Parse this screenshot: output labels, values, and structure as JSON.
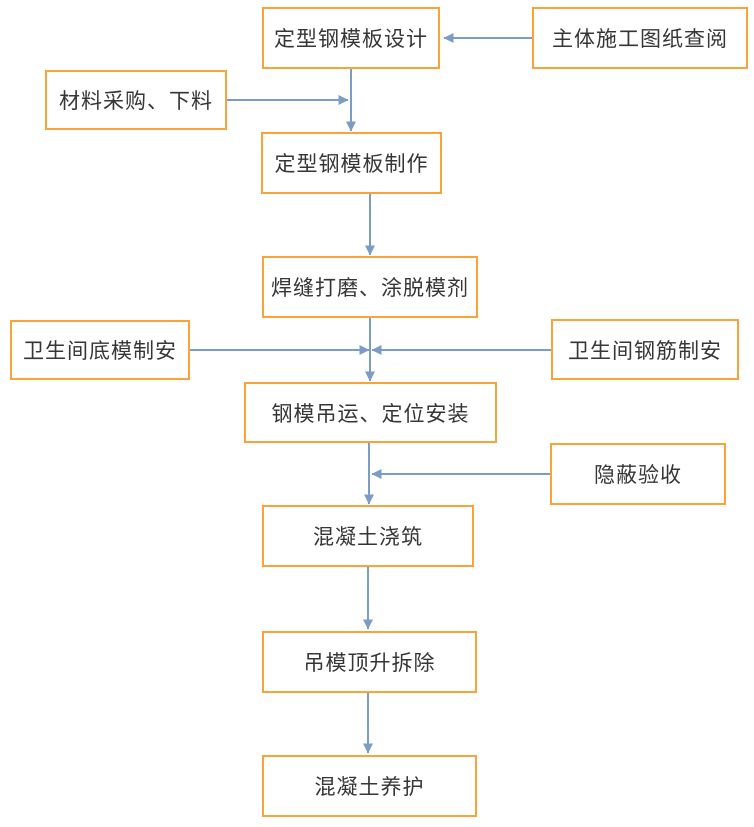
{
  "diagram": {
    "type": "flowchart",
    "description": "Construction process flowchart for prefabricated bathroom fixed steel formwork",
    "colors": {
      "node_border": "#F9A43B",
      "node_fill": "#FFFFFF",
      "connector": "#7C9CC8",
      "text": "#363636",
      "background": "#FFFFFF"
    },
    "nodes": [
      {
        "id": "design",
        "label": "定型钢模板设计"
      },
      {
        "id": "drawing-review",
        "label": "主体施工图纸查阅"
      },
      {
        "id": "material-procurement",
        "label": "材料采购、下料"
      },
      {
        "id": "fabrication",
        "label": "定型钢模板制作"
      },
      {
        "id": "weld-grinding",
        "label": "焊缝打磨、涂脱模剂"
      },
      {
        "id": "bathroom-bottom-form",
        "label": "卫生间底模制安"
      },
      {
        "id": "bathroom-rebar",
        "label": "卫生间钢筋制安"
      },
      {
        "id": "hoisting-install",
        "label": "钢模吊运、定位安装"
      },
      {
        "id": "concealed-acceptance",
        "label": "隐蔽验收"
      },
      {
        "id": "concrete-pouring",
        "label": "混凝土浇筑"
      },
      {
        "id": "formwork-removal",
        "label": "吊模顶升拆除"
      },
      {
        "id": "concrete-curing",
        "label": "混凝土养护"
      }
    ],
    "edges": [
      {
        "from": "主体施工图纸查阅",
        "to": "定型钢模板设计",
        "direction": "left"
      },
      {
        "from": "定型钢模板设计",
        "to": "定型钢模板制作",
        "direction": "down"
      },
      {
        "from": "材料采购、下料",
        "to": "定型钢模板制作",
        "direction": "right-into-flow"
      },
      {
        "from": "定型钢模板制作",
        "to": "焊缝打磨、涂脱模剂",
        "direction": "down"
      },
      {
        "from": "焊缝打磨、涂脱模剂",
        "to": "钢模吊运、定位安装",
        "direction": "down"
      },
      {
        "from": "卫生间底模制安",
        "to": "钢模吊运、定位安装",
        "direction": "right-into-flow"
      },
      {
        "from": "卫生间钢筋制安",
        "to": "钢模吊运、定位安装",
        "direction": "left-into-flow"
      },
      {
        "from": "钢模吊运、定位安装",
        "to": "混凝土浇筑",
        "direction": "down"
      },
      {
        "from": "隐蔽验收",
        "to": "混凝土浇筑",
        "direction": "left-into-flow"
      },
      {
        "from": "混凝土浇筑",
        "to": "吊模顶升拆除",
        "direction": "down"
      },
      {
        "from": "吊模顶升拆除",
        "to": "混凝土养护",
        "direction": "down"
      }
    ]
  }
}
